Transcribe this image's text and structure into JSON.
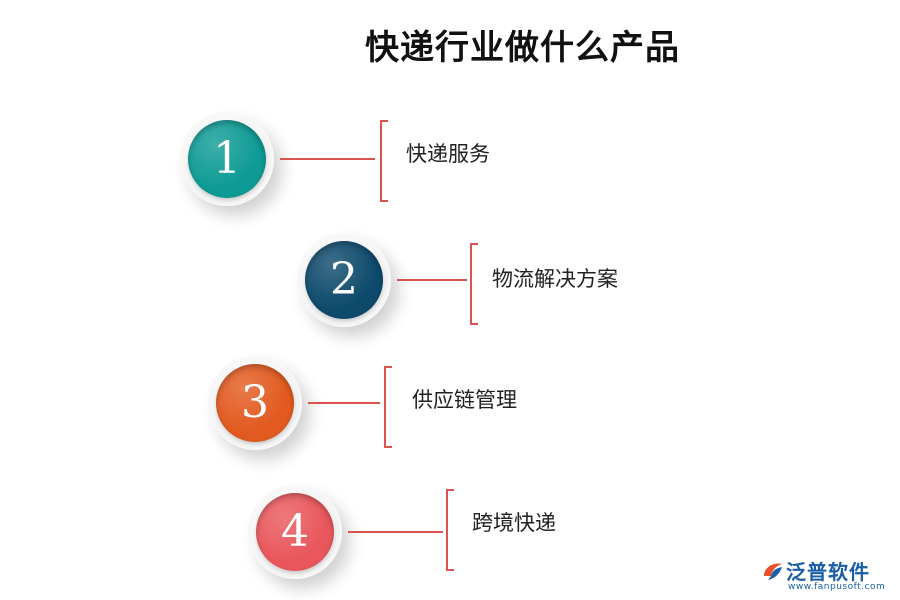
{
  "title": "快递行业做什么产品",
  "items": [
    {
      "number": "1",
      "label": "快递服务",
      "color": "#0e9b95"
    },
    {
      "number": "2",
      "label": "物流解决方案",
      "color": "#0d4a6b"
    },
    {
      "number": "3",
      "label": "供应链管理",
      "color": "#e25a1f"
    },
    {
      "number": "4",
      "label": "跨境快递",
      "color": "#e9575c"
    }
  ],
  "logo": {
    "name": "泛普软件",
    "url": "www.fanpusoft.com",
    "icon": "fanpu-logo-icon"
  }
}
